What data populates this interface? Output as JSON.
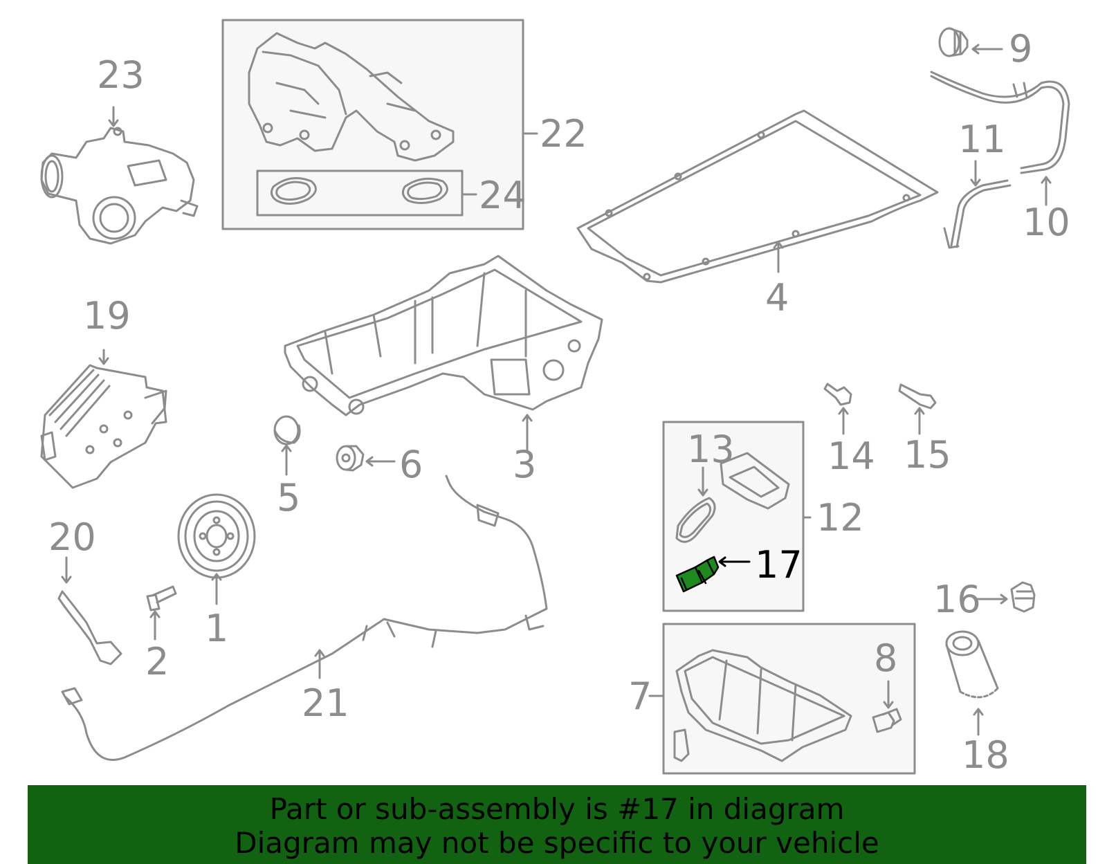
{
  "diagram": {
    "highlight_part": "17",
    "colors": {
      "line": "#8c8c8c",
      "box_fill": "#f7f7f7",
      "highlight": "#1e8a1e",
      "banner": "#116311"
    },
    "callouts": {
      "c1": "1",
      "c2": "2",
      "c3": "3",
      "c4": "4",
      "c5": "5",
      "c6": "6",
      "c7": "7",
      "c8": "8",
      "c9": "9",
      "c10": "10",
      "c11": "11",
      "c12": "12",
      "c13": "13",
      "c14": "14",
      "c15": "15",
      "c16": "16",
      "c17": "17",
      "c18": "18",
      "c19": "19",
      "c20": "20",
      "c21": "21",
      "c22": "22",
      "c23": "23",
      "c24": "24"
    }
  },
  "banner": {
    "line1": "Part or sub-assembly is #17 in diagram",
    "line2": "Diagram may not be specific to your vehicle"
  }
}
